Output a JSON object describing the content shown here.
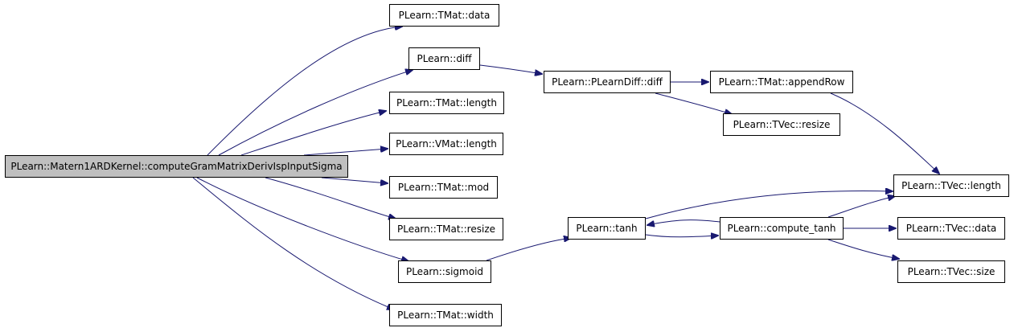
{
  "graph": {
    "edge_color": "#191970",
    "root_fill": "#bfbfbf",
    "nodes": [
      {
        "id": "root",
        "label": "PLearn::Matern1ARDKernel::computeGramMatrixDerivIspInputSigma"
      },
      {
        "id": "tmat_data",
        "label": "PLearn::TMat::data"
      },
      {
        "id": "diff",
        "label": "PLearn::diff"
      },
      {
        "id": "plearndiff_diff",
        "label": "PLearn::PLearnDiff::diff"
      },
      {
        "id": "tmat_appendrow",
        "label": "PLearn::TMat::appendRow"
      },
      {
        "id": "tmat_length",
        "label": "PLearn::TMat::length"
      },
      {
        "id": "tvec_resize",
        "label": "PLearn::TVec::resize"
      },
      {
        "id": "vmat_length",
        "label": "PLearn::VMat::length"
      },
      {
        "id": "tvec_length",
        "label": "PLearn::TVec::length"
      },
      {
        "id": "tmat_mod",
        "label": "PLearn::TMat::mod"
      },
      {
        "id": "tmat_resize",
        "label": "PLearn::TMat::resize"
      },
      {
        "id": "tanh",
        "label": "PLearn::tanh"
      },
      {
        "id": "compute_tanh",
        "label": "PLearn::compute_tanh"
      },
      {
        "id": "tvec_data",
        "label": "PLearn::TVec::data"
      },
      {
        "id": "sigmoid",
        "label": "PLearn::sigmoid"
      },
      {
        "id": "tvec_size",
        "label": "PLearn::TVec::size"
      },
      {
        "id": "tmat_width",
        "label": "PLearn::TMat::width"
      }
    ],
    "edges": [
      {
        "from": "root",
        "to": "tmat_data"
      },
      {
        "from": "root",
        "to": "diff"
      },
      {
        "from": "root",
        "to": "tmat_length"
      },
      {
        "from": "root",
        "to": "vmat_length"
      },
      {
        "from": "root",
        "to": "tmat_mod"
      },
      {
        "from": "root",
        "to": "tmat_resize"
      },
      {
        "from": "root",
        "to": "sigmoid"
      },
      {
        "from": "root",
        "to": "tmat_width"
      },
      {
        "from": "diff",
        "to": "plearndiff_diff"
      },
      {
        "from": "plearndiff_diff",
        "to": "tmat_appendrow"
      },
      {
        "from": "plearndiff_diff",
        "to": "tvec_resize"
      },
      {
        "from": "tmat_appendrow",
        "to": "tvec_length"
      },
      {
        "from": "sigmoid",
        "to": "tanh"
      },
      {
        "from": "tanh",
        "to": "tvec_length"
      },
      {
        "from": "tanh",
        "to": "compute_tanh"
      },
      {
        "from": "compute_tanh",
        "to": "tanh"
      },
      {
        "from": "compute_tanh",
        "to": "tvec_length"
      },
      {
        "from": "compute_tanh",
        "to": "tvec_data"
      },
      {
        "from": "compute_tanh",
        "to": "tvec_size"
      }
    ]
  }
}
